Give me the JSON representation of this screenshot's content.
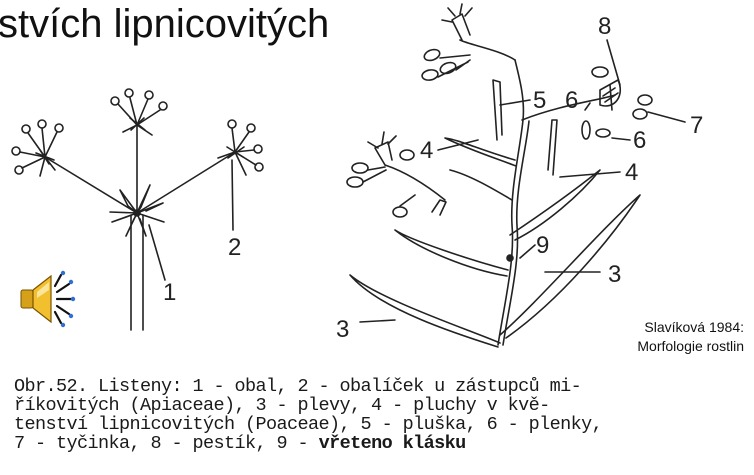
{
  "slide_title": "stvích lipnicovitých",
  "credit": {
    "line1": "Slavíková 1984:",
    "line2": "Morfologie rostlin"
  },
  "labels": {
    "l1": "1",
    "l2": "2",
    "l3a": "3",
    "l3b": "3",
    "l4a": "4",
    "l4b": "4",
    "l5": "5",
    "l6a": "6",
    "l6b": "6",
    "l7": "7",
    "l8": "8",
    "l9": "9"
  },
  "caption": {
    "line1": "Obr.52. Listeny: 1 - obal, 2 - obalíček u zástupců mi-",
    "line2": "říkovitých (Apiaceae), 3 - plevy, 4 - pluchy v kvě-",
    "line3": "tenství lipnicovitých (Poaceae), 5 - pluška, 6 - plenky,",
    "line4a": "7 - tyčinka, 8 - pestík, 9 - ",
    "line4b": "vřeteno klásku"
  },
  "icons": {
    "sound": "speaker-sound-icon"
  }
}
